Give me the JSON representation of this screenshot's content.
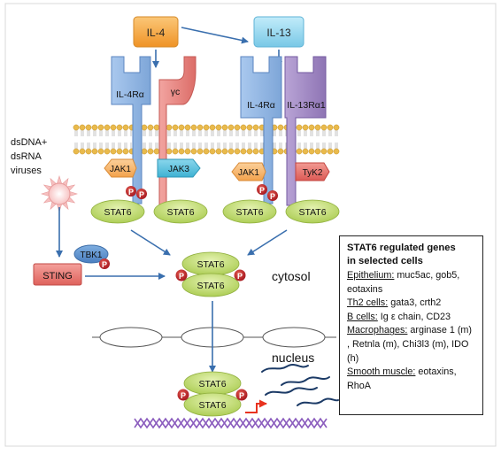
{
  "cytokines": {
    "il4": "IL-4",
    "il13": "IL-13"
  },
  "receptors": {
    "il4ra_left": "IL-4Rα",
    "gamma_c": "γc",
    "il4ra_right": "IL-4Rα",
    "il13ra1": "IL-13Rα1"
  },
  "kinases": {
    "jak1_left": "JAK1",
    "jak3": "JAK3",
    "jak1_right": "JAK1",
    "tyk2": "TyK2",
    "tbk1": "TBK1",
    "sting": "STING"
  },
  "stat6_label": "STAT6",
  "phospho": "P",
  "viruses_label": [
    "dsDNA+",
    "dsRNA",
    "viruses"
  ],
  "cytosol_label": "cytosol",
  "nucleus_label": "nucleus",
  "gene_box": {
    "title_line1": "STAT6 regulated genes",
    "title_line2": "in selected cells",
    "entries": [
      {
        "cell": "Epithelium:",
        "genes": " muc5ac, gob5, eotaxins"
      },
      {
        "cell": "Th2 cells:",
        "genes": " gata3, crth2"
      },
      {
        "cell": "B cells:",
        "genes": "  Ig ε chain, CD23"
      },
      {
        "cell": "Macrophages:",
        "genes": "  arginase 1 (m) , Retnla (m), Chi3l3 (m), IDO (h)"
      },
      {
        "cell": "Smooth muscle:",
        "genes": " eotaxins, RhoA"
      }
    ]
  },
  "colors": {
    "cytokine_orange": "#f6a533",
    "cytokine_blue": "#8fd3ee",
    "receptor_blue": "#8eb4e3",
    "receptor_pink": "#e8837f",
    "receptor_purple": "#9f86c0",
    "jak_orange": "#f8b967",
    "jak3_blue": "#59c0dc",
    "tyk2_red": "#e9706a",
    "stat6_green": "#c3dd6e",
    "phospho_red": "#c0282d",
    "arrow_blue": "#3a6fae",
    "dna_navy": "#1b3a66",
    "chromatin_purple": "#8a5bbd"
  }
}
